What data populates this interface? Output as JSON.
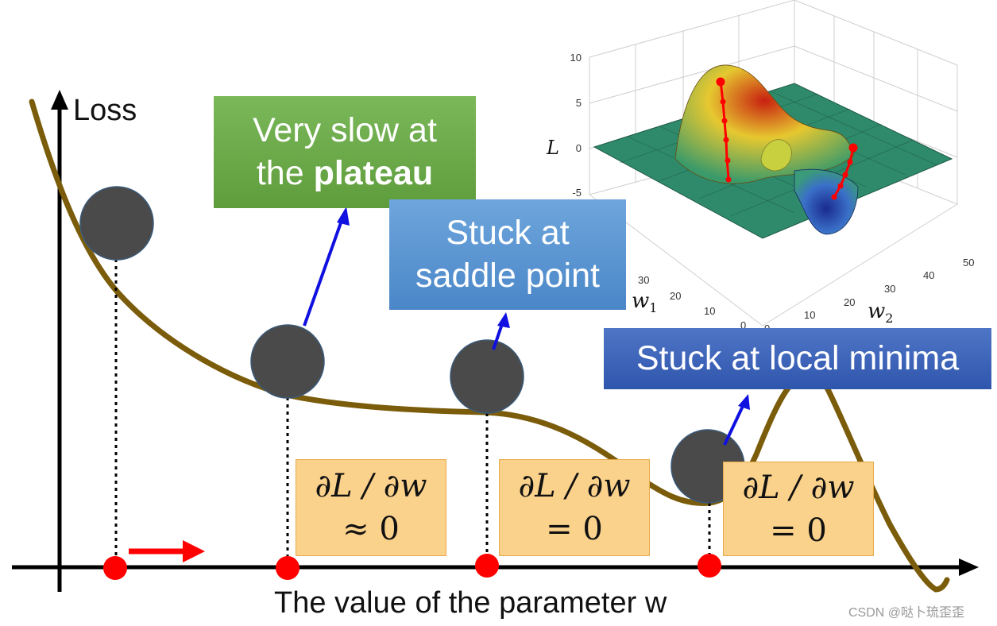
{
  "axes": {
    "y_label": "Loss",
    "x_label": "The value of the parameter w"
  },
  "callouts": {
    "plateau": {
      "line1": "Very slow at",
      "line2_prefix": "the ",
      "line2_bold": "plateau"
    },
    "saddle": {
      "line1": "Stuck at",
      "line2": "saddle point"
    },
    "local_min": {
      "text": "Stuck at local minima"
    }
  },
  "derivatives": [
    {
      "expr": "∂L / ∂w",
      "value": "≈ 0"
    },
    {
      "expr": "∂L / ∂w",
      "value": "= 0"
    },
    {
      "expr": "∂L / ∂w",
      "value": "= 0"
    }
  ],
  "surface_plot": {
    "z_label": "L",
    "w1_label": "w",
    "w1_sub": "1",
    "w2_label": "w",
    "w2_sub": "2",
    "z_ticks": [
      "10",
      "5",
      "0",
      "-5"
    ],
    "w1_ticks": [
      "30",
      "20",
      "10",
      "0"
    ],
    "w2_ticks": [
      "50",
      "40",
      "30",
      "20",
      "10",
      "0"
    ]
  },
  "watermark": "CSDN @哒卜琉歪歪",
  "colors": {
    "curve": "#7a5c0a",
    "ball": "#4a4a4a",
    "point": "#ff0000",
    "arrow": "#1010e0"
  }
}
